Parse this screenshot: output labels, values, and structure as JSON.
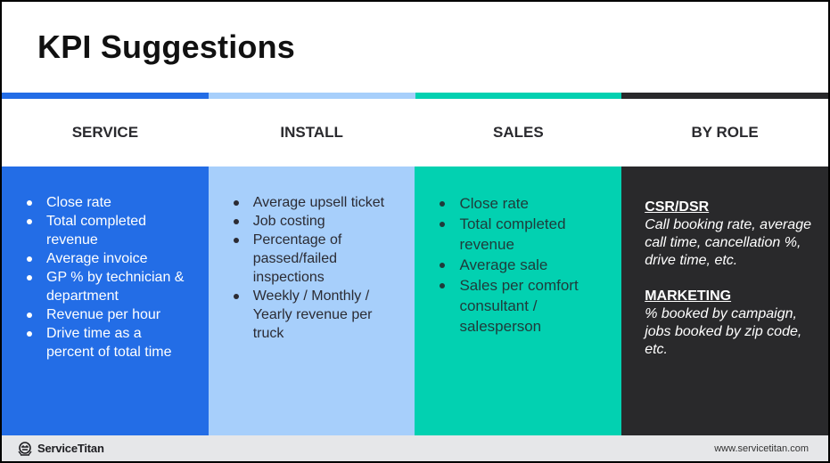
{
  "slide": {
    "title": "KPI Suggestions",
    "colors": {
      "service": "#236de6",
      "install": "#a7cffb",
      "sales": "#02d1b1",
      "by_role": "#29292b",
      "footer_bg": "#e6e7e9"
    },
    "columns": [
      {
        "header": "SERVICE",
        "items": [
          "Close rate",
          "Total completed revenue",
          "Average invoice",
          "GP % by technician & department",
          "Revenue per hour",
          "Drive time as a percent of total time"
        ]
      },
      {
        "header": "INSTALL",
        "items": [
          "Average upsell ticket",
          "Job costing",
          "Percentage of passed/failed inspections",
          "Weekly / Monthly / Yearly revenue per truck"
        ]
      },
      {
        "header": "SALES",
        "items": [
          "Close rate",
          "Total completed revenue",
          "Average sale",
          "Sales per comfort consultant / salesperson"
        ]
      },
      {
        "header": "BY ROLE",
        "roles": [
          {
            "title": "CSR/DSR",
            "description": "Call booking rate, average call time, cancellation %, drive time, etc."
          },
          {
            "title": "MARKETING",
            "description": "% booked by campaign, jobs booked by zip code, etc."
          }
        ]
      }
    ],
    "footer": {
      "logo_icon": "servicetitan-logo-icon",
      "brand": "ServiceTitan",
      "url": "www.servicetitan.com"
    }
  }
}
